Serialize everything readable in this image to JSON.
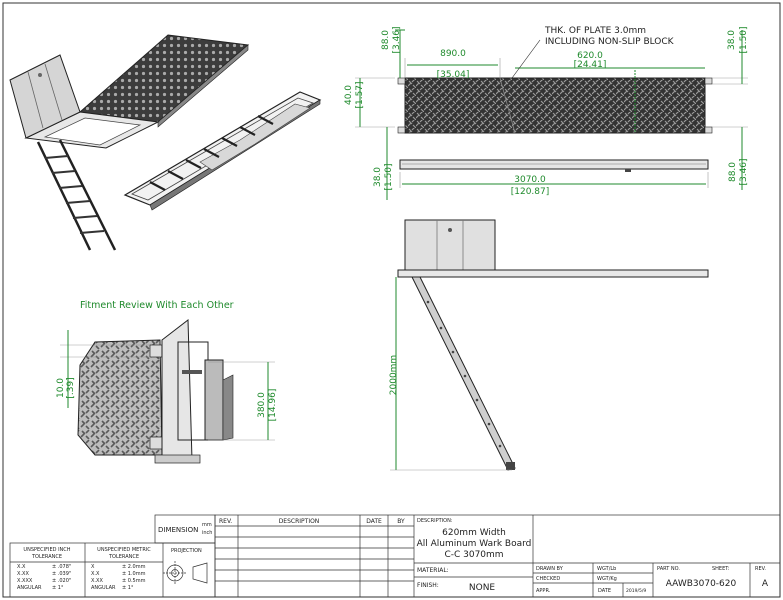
{
  "labels": {
    "plate_note_1": "THK. OF PLATE 3.0mm",
    "plate_note_2": "INCLUDING NON-SLIP BLOCK",
    "fitment": "Fitment Review With Each Other"
  },
  "dims": {
    "top_88_mm": "88.0",
    "top_88_in": "[3.46]",
    "w890_mm": "890.0",
    "w890_in": "[35.04]",
    "w620_mm": "620.0",
    "w620_in": "[24.41]",
    "right_38_mm": "38.0",
    "right_38_in": "[1.50]",
    "h40_mm": "40.0",
    "h40_in": "[1.57]",
    "left_38_mm": "38.0",
    "left_38_in": "[1.50]",
    "len3070_mm": "3070.0",
    "len3070_in": "[120.87]",
    "right_88_mm": "88.0",
    "right_88_in": "[3.46]",
    "ladder_h": "2000mm",
    "fit10_mm": "10.0",
    "fit10_in": "[.39]",
    "fit380_mm": "380.0",
    "fit380_in": "[14.96]"
  },
  "title_block": {
    "dimension_label": "DIMENSION",
    "unit_mm": "mm",
    "unit_inch": "inch",
    "rev_header": "REV.",
    "description_header": "DESCRIPTION",
    "date_header": "DATE",
    "by_header": "BY",
    "description_label": "DESCRIPTION:",
    "desc_line1": "620mm Width",
    "desc_line2": "All Aluminum Wark Board",
    "desc_line3": "C-C 3070mm",
    "material_label": "MATERIAL:",
    "finish_label": "FINISH:",
    "finish_value": "NONE",
    "drawn_by_label": "DRAWN BY",
    "drawn_by_value": "WGT/Lb",
    "checked_label": "CHECKED",
    "checked_value": "WGT/Kg",
    "appr_label": "APPR.",
    "date_label": "DATE",
    "date_value": "2019/5/9",
    "part_no_label": "PART NO.",
    "sheet_label": "SHEET:",
    "part_no_value": "AAWB3070-620",
    "rev_label": "REV.",
    "rev_value": "A",
    "projection_label": "PROJECTION",
    "inch_tol_title_1": "UNSPECIFIED INCH",
    "inch_tol_title_2": "TOLERANCE",
    "metric_tol_title_1": "UNSPECIFIED METRIC",
    "metric_tol_title_2": "TOLERANCE",
    "inch_tol": [
      {
        "k": "X.X",
        "v": "± .078\""
      },
      {
        "k": "X.XX",
        "v": "± .039\""
      },
      {
        "k": "X.XXX",
        "v": "± .020\""
      },
      {
        "k": "ANGULAR",
        "v": "± 1°"
      }
    ],
    "metric_tol": [
      {
        "k": "X",
        "v": "± 2.0mm"
      },
      {
        "k": "X.X",
        "v": "± 1.0mm"
      },
      {
        "k": "X.XX",
        "v": "± 0.5mm"
      },
      {
        "k": "ANGULAR",
        "v": "± 1°"
      }
    ]
  },
  "colors": {
    "dimension": "#1f8a2c",
    "line": "#222222",
    "plate": "#3a3a3a"
  }
}
